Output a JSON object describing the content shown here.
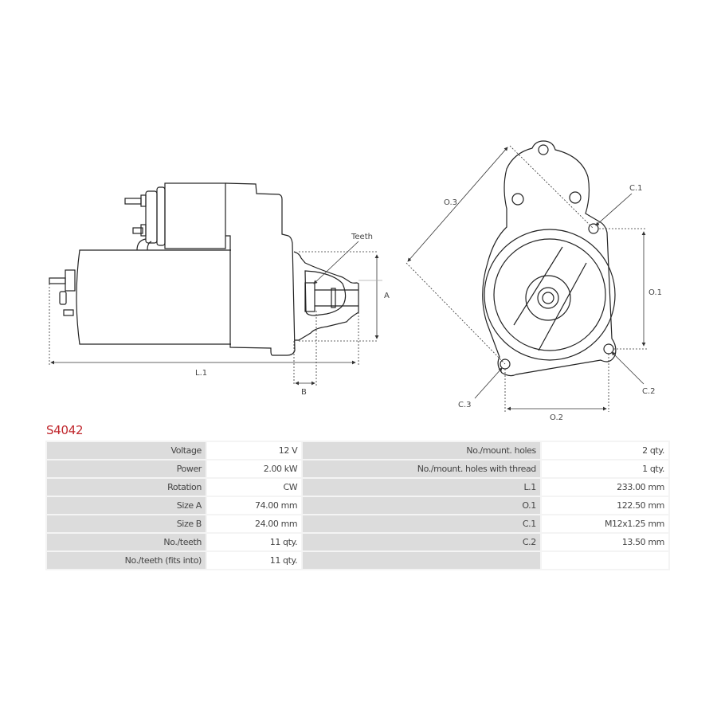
{
  "product": {
    "code": "S4042"
  },
  "diagram": {
    "side_view": {
      "teeth": "Teeth",
      "a": "A",
      "l1": "L.1",
      "b": "B"
    },
    "front_view": {
      "o3": "O.3",
      "c1": "C.1",
      "o1": "O.1",
      "c2": "C.2",
      "c3": "C.3",
      "o2": "O.2"
    }
  },
  "specs": [
    {
      "label": "Voltage",
      "value": "12 V",
      "label2": "No./mount. holes",
      "value2": "2 qty."
    },
    {
      "label": "Power",
      "value": "2.00 kW",
      "label2": "No./mount. holes with thread",
      "value2": "1 qty."
    },
    {
      "label": "Rotation",
      "value": "CW",
      "label2": "L.1",
      "value2": "233.00 mm"
    },
    {
      "label": "Size A",
      "value": "74.00 mm",
      "label2": "O.1",
      "value2": "122.50 mm"
    },
    {
      "label": "Size B",
      "value": "24.00 mm",
      "label2": "C.1",
      "value2": "M12x1.25 mm"
    },
    {
      "label": "No./teeth",
      "value": "11 qty.",
      "label2": "C.2",
      "value2": "13.50 mm"
    },
    {
      "label": "No./teeth (fits into)",
      "value": "11 qty.",
      "label2": "",
      "value2": ""
    }
  ]
}
